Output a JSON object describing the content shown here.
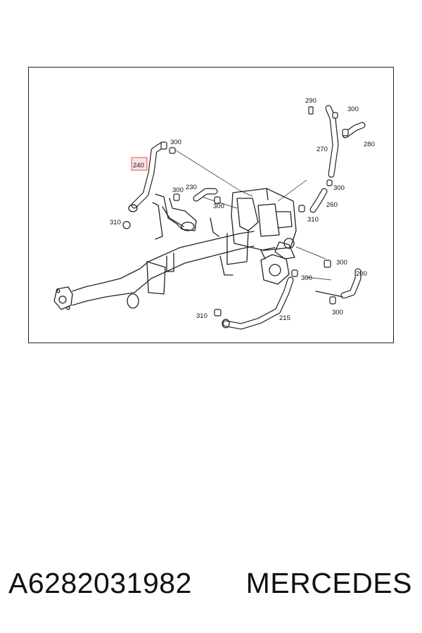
{
  "diagram": {
    "callouts": [
      "290",
      "300",
      "300",
      "240",
      "280",
      "270",
      "300",
      "230",
      "300",
      "300",
      "260",
      "310",
      "310",
      "300",
      "200",
      "300",
      "300",
      "310",
      "215"
    ],
    "highlighted_callout": "240",
    "highlight_color": "#e05050"
  },
  "footer": {
    "part_number": "A6282031982",
    "brand": "MERCEDES"
  }
}
